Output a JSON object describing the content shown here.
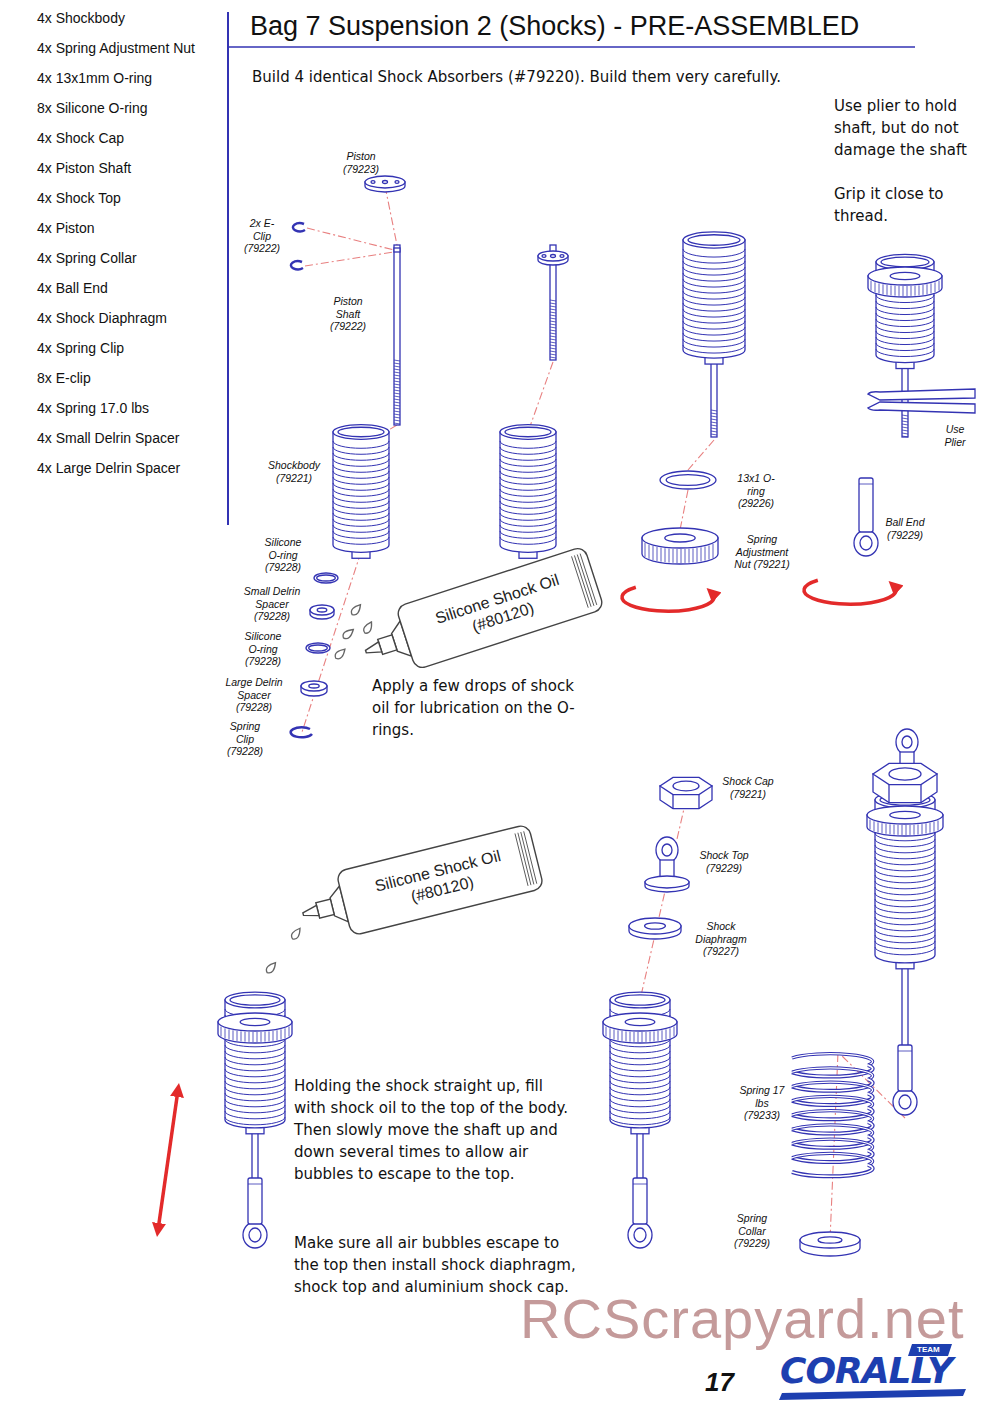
{
  "diagram": {
    "title": "Bag 7 Suspension 2 (Shocks) - PRE-ASSEMBLED",
    "nodes": [
      {
        "text": [
          "Silicone Shock Oil (#80120)"
        ]
      },
      {
        "text": [
          "Silicone Shock Oil (#80120)"
        ]
      }
    ],
    "labels": [
      "4x Shockbody",
      "4x Spring Adjustment Nut",
      "4x 13x1mm O-ring",
      "8x Silicone O-ring",
      "4x Shock Cap",
      "4x Piston Shaft",
      "4x Shock Top",
      "4x Piston",
      "4x Spring Collar",
      "4x Ball End",
      "4x Shock Diaphragm",
      "4x Spring Clip",
      "8x E-clip",
      "4x Spring 17.0 lbs",
      "4x Small Delrin Spacer",
      "4x Large Delrin Spacer",
      "Build 4 identical Shock Absorbers (#79220). Build them very carefully.",
      "Use plier to hold shaft, but do not damage the shaft",
      "Grip it close to thread.",
      "Piston (79223)",
      "2x E-Clip (79222)",
      "Piston Shaft (79222)",
      "Shockbody (79221)",
      "Silicone O-ring (79228)",
      "Small Delrin Spacer (79228)",
      "Silicone O-ring (79228)",
      "Large Delrin Spacer (79228)",
      "Spring Clip (79228)",
      "Apply a few drops of shock oil for lubrication on the O-rings.",
      "13x1 O-ring (29226)",
      "Spring Adjustment Nut (79221)",
      "Use Plier",
      "Ball End (79229)",
      "Shock Cap (79221)",
      "Shock Top (79229)",
      "Shock Diaphragm (79227)",
      "Spring 17 lbs (79233)",
      "Spring Collar (79229)",
      "Holding the shock straight up, fill with shock oil to the top of the body. Then slowly move the shaft up and down several times to allow air bubbles to escape to the top.",
      "Make sure all air bubbles escape to the top then install shock diaphragm, shock top and aluminium shock cap.",
      "RCScrapyard.net",
      "17",
      "TEAM",
      "CORALLY"
    ]
  }
}
